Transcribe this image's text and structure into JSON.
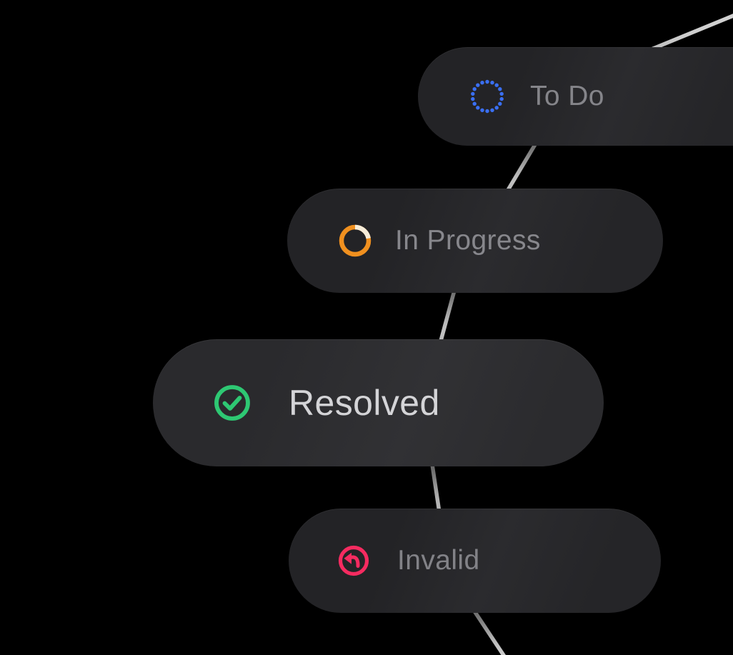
{
  "canvas": {
    "background_color": "#000000",
    "connector_color": "#dcdcdc"
  },
  "workflow": {
    "nodes": [
      {
        "id": "todo",
        "label": "To Do",
        "icon": "dotted-circle-icon",
        "icon_color": "#3a6ff2",
        "label_color": "#85858a",
        "emphasis": "normal"
      },
      {
        "id": "in-progress",
        "label": "In Progress",
        "icon": "progress-ring-icon",
        "icon_color": "#f0901f",
        "icon_accent_color": "#f6ecd9",
        "label_color": "#87878c",
        "emphasis": "normal"
      },
      {
        "id": "resolved",
        "label": "Resolved",
        "icon": "check-circle-icon",
        "icon_color": "#2ec873",
        "label_color": "#d4d4d7",
        "emphasis": "highlighted"
      },
      {
        "id": "invalid",
        "label": "Invalid",
        "icon": "undo-circle-icon",
        "icon_color": "#f52b60",
        "label_color": "#828287",
        "emphasis": "normal"
      }
    ],
    "node_background_color": "#28282b",
    "connections": [
      "offscreen-top-right -> todo",
      "todo -> in-progress",
      "in-progress -> resolved",
      "resolved -> invalid",
      "invalid -> offscreen-bottom"
    ]
  }
}
